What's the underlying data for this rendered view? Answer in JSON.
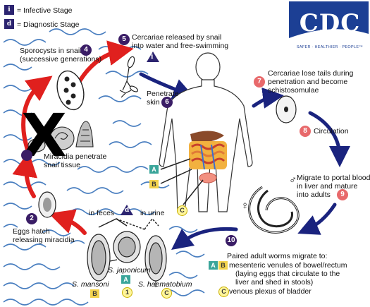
{
  "legend": {
    "infective_symbol": "i",
    "infective_label": "= Infective Stage",
    "diagnostic_symbol": "d",
    "diagnostic_label": "= Diagnostic Stage"
  },
  "logo": {
    "name": "CDC",
    "tagline": "SAFER · HEALTHIER · PEOPLE™"
  },
  "steps": {
    "s1": "1",
    "s2": "2",
    "s4": "4",
    "s5": "5",
    "s6": "6",
    "s7": "7",
    "s8": "8",
    "s9": "9",
    "s10": "10"
  },
  "labels": {
    "sporocysts_line1": "Sporocysts in snail",
    "sporocysts_line2": "(successive generations)",
    "cercariae_released_line1": "Cercariae released by snail",
    "cercariae_released_line2": "into water and free-swimming",
    "penetrate_line1": "Penetrate",
    "penetrate_line2": "skin",
    "cercariae_lose_line1": "Cercariae lose tails during",
    "cercariae_lose_line2": "penetration and become",
    "cercariae_lose_line3": "schistosomulae",
    "circulation": "Circulation",
    "migrate_line1": "Migrate to portal blood",
    "migrate_line2": "in liver and mature",
    "migrate_line3": "into adults",
    "miracidia_line1": "Miracidia penetrate",
    "miracidia_line2": "snail tissue",
    "eggs_line1": "Eggs hatch",
    "eggs_line2": "releasing miracidia",
    "in_feces": "in feces",
    "in_urine": "in urine",
    "s_japonicum": "S. japonicum",
    "s_mansoni": "S. mansoni",
    "s_haematobium": "S. haematobium",
    "paired_line1": "Paired adult worms migrate to:",
    "paired_line2": "mesenteric venules of bowel/rectum",
    "paired_line3": "(laying eggs that circulate to the",
    "paired_line4": "liver and shed in stools)",
    "paired_line5": "venous plexus of bladder",
    "big_x": "X",
    "male_symbol": "♂",
    "female_symbol": "♀"
  },
  "markers": {
    "a": "A",
    "b": "B",
    "c": "C",
    "i": "i",
    "d": "d"
  },
  "colors": {
    "water": "#4a7fc0",
    "red_arrow": "#e0201e",
    "blue_arrow": "#1a237e",
    "purple_badge": "#3a1d66",
    "pink_badge": "#e8696b",
    "teal_marker": "#3aa59a",
    "yellow_marker": "#f3d34d",
    "cdc_blue": "#1c3f94"
  }
}
